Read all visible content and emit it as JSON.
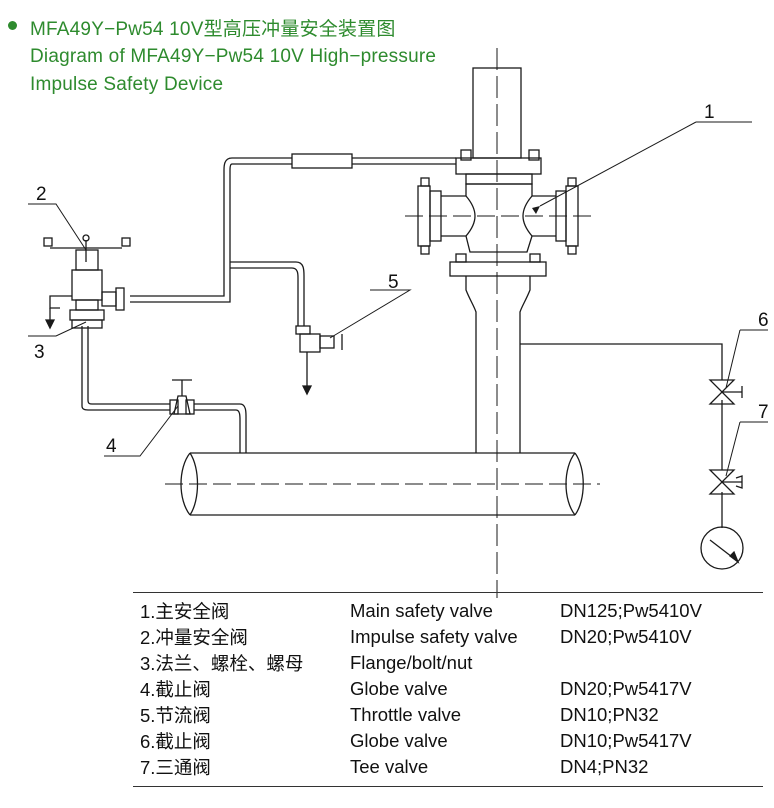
{
  "title": {
    "cn": "MFA49Y−Pw54 10V型高压冲量安全装置图",
    "en_line1": "Diagram of MFA49Y−Pw54 10V High−pressure",
    "en_line2": "Impulse Safety Device"
  },
  "colors": {
    "title": "#2e8b2e",
    "line": "#1a1a1a"
  },
  "callouts": [
    "1",
    "2",
    "3",
    "4",
    "5",
    "6",
    "7"
  ],
  "legend": [
    {
      "cn": "1.主安全阀",
      "en": "Main safety valve",
      "spec": "DN125;Pw5410V"
    },
    {
      "cn": "2.冲量安全阀",
      "en": "Impulse safety valve",
      "spec": "DN20;Pw5410V"
    },
    {
      "cn": "3.法兰、螺栓、螺母",
      "en": "Flange/bolt/nut",
      "spec": ""
    },
    {
      "cn": "4.截止阀",
      "en": "Globe valve",
      "spec": "DN20;Pw5417V"
    },
    {
      "cn": "5.节流阀",
      "en": "Throttle valve",
      "spec": "DN10;PN32"
    },
    {
      "cn": "6.截止阀",
      "en": "Globe valve",
      "spec": "DN10;Pw5417V"
    },
    {
      "cn": "7.三通阀",
      "en": "Tee valve",
      "spec": "DN4;PN32"
    }
  ]
}
